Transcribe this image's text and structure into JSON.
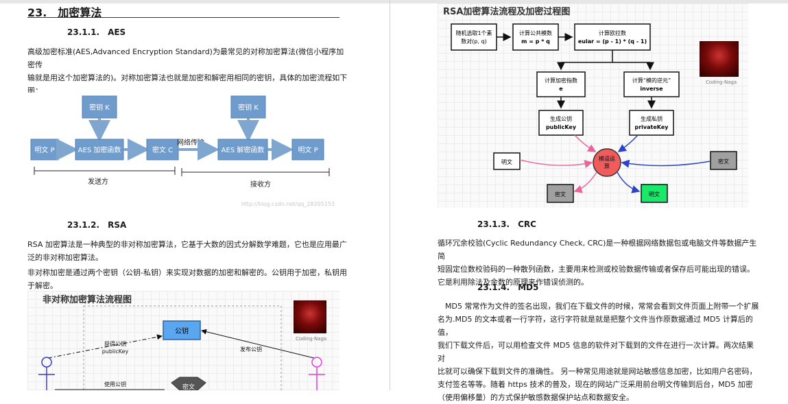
{
  "left": {
    "section_title": "23.　加密算法",
    "aes": {
      "heading": "23.1.1.　AES",
      "body": [
        "高级加密标准(AES,Advanced Encryption Standard)为最常见的对称加密算法(微信小程序加密传",
        "输就是用这个加密算法的)。对称加密算法也就是加密和解密用相同的密钥，具体的加密流程如下",
        "图："
      ],
      "diagram": {
        "key_left": "密钥 K",
        "key_right": "密钥 K",
        "plain_left": "明文 P",
        "encrypt": "AES 加密函数",
        "cipher": "密文  C",
        "network": "网络传输",
        "decrypt": "AES 解密函数",
        "plain_right": "明文 P",
        "sender": "发送方",
        "receiver": "接收方",
        "watermark": "http://blog.csdn.net/qq_28205153"
      }
    },
    "rsa": {
      "heading": "23.1.2.　RSA",
      "body1": [
        "RSA 加密算法是一种典型的非对称加密算法，它基于大数的因式分解数学难题，它也是应用最广",
        "泛的非对称加密算法。"
      ],
      "body2": [
        "非对称加密是通过两个密钥（公钥-私钥）来实现对数据的加密和解密的。公钥用于加密，私钥用",
        "于解密。"
      ],
      "diagram": {
        "title": "非对称加密算法流程图",
        "public_key": "公钥",
        "get_key_1": "获得公钥",
        "get_key_2": "publicKey",
        "publish_key": "发布公钥",
        "use_key_1": "使用公钥",
        "cipher": "密文",
        "author": "Coding-Naga"
      }
    }
  },
  "right": {
    "rsa_flow": {
      "title": "RSA加密算法流程及加密过程图",
      "box1_l1": "随机选取1个素",
      "box1_l2": "数对(p, q)",
      "box2_l1": "计算公共模数",
      "box2_l2": "m = p * q",
      "box3_l1": "计算欧拉数",
      "box3_l2": "eular = (p - 1) * (q - 1)",
      "box4_l1": "计算加密指数",
      "box4_l2": "e",
      "box5_l1": "计算“模的逆元”",
      "box5_l2": "inverse",
      "box6_l1": "生成公钥",
      "box6_l2": "publicKey",
      "box7_l1": "生成私钥",
      "box7_l2": "privateKey",
      "plain_in": "明文",
      "modexp_l1": "模逼运",
      "modexp_l2": "算",
      "cipher_in": "密文",
      "cipher_out": "密文",
      "plain_out": "明文",
      "author": "Coding-Naga",
      "colors": {
        "pink": "#e8679a",
        "blue": "#2c43c8",
        "red_circle": "#f25b5b",
        "green": "#19e86a",
        "gray": "#a0a0a0"
      }
    },
    "crc": {
      "heading": "23.1.3.　CRC",
      "body": [
        "循环冗余校验(Cyclic Redundancy Check, CRC)是一种根据网络数据包或电脑文件等数据产生简",
        "短固定位数校验码的一种散列函数，主要用来检测或校验数据传输或者保存后可能出现的错误。",
        "它是利用除法及余数的原理来作错误侦测的。"
      ]
    },
    "md5": {
      "heading": "23.1.4.　MD5",
      "body": [
        "　MD5 常常作为文件的签名出现，我们在下载文件的时候，常常会看到文件页面上附带一个扩展",
        "名为.MD5 的文本或者一行字符，这行字符就是就是把整个文件当作原数据通过 MD5 计算后的值，",
        "我们下载文件后，可以用检查文件 MD5 信息的软件对下载到的文件在进行一次计算。两次结果对",
        "比就可以确保下载到文件的准确性。 另一种常见用途就是网站敏感信息加密，比如用户名密码，",
        "支付签名等等。随着 https 技术的普及，现在的网站广泛采用前台明文传输到后台，MD5 加密",
        "（使用偏移量）的方式保护敏感数据保护站点和数据安全。"
      ]
    }
  }
}
